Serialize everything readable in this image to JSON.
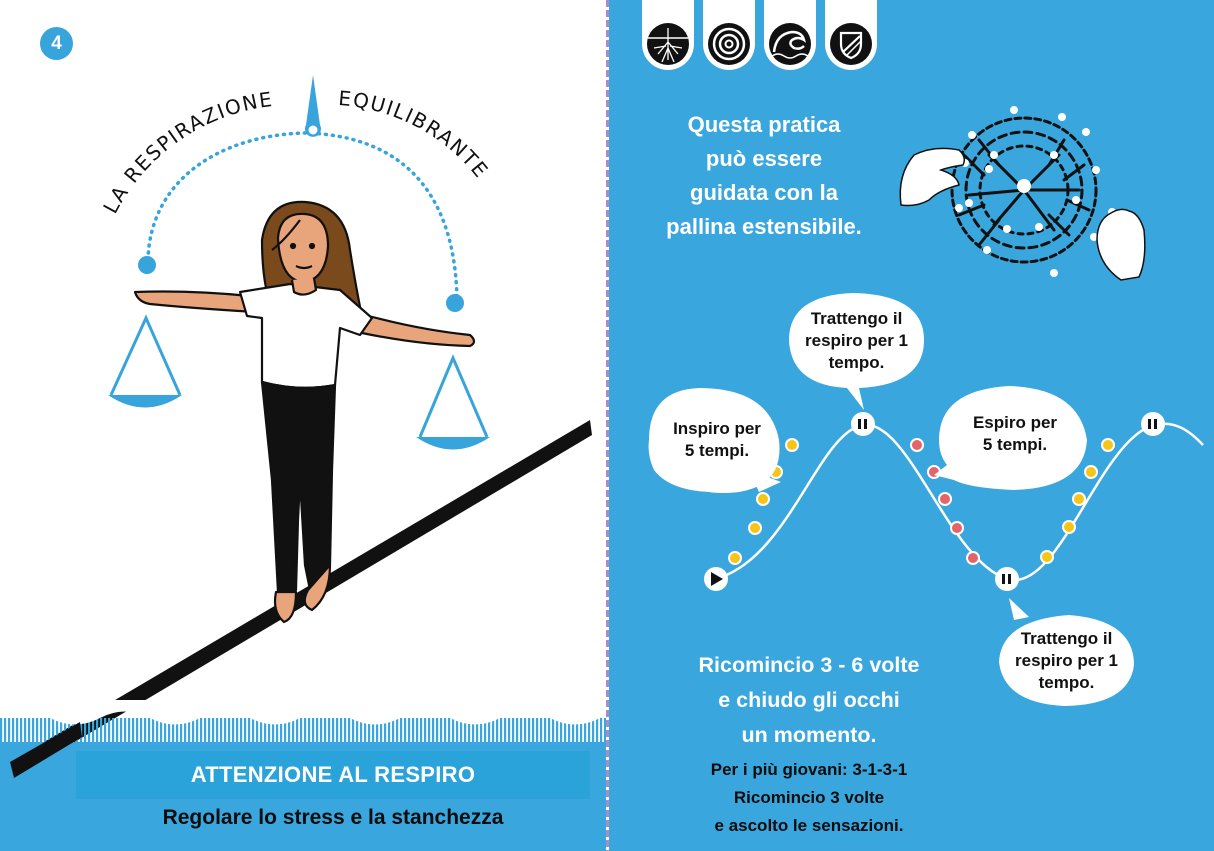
{
  "left_page": {
    "page_number": "4",
    "arc_title_left": "LA RESPIRAZIONE",
    "arc_title_right": "EQUILIBRANTE",
    "band_title": "ATTENZIONE AL RESPIRO",
    "band_subtitle": "Regolare lo stress e la stanchezza"
  },
  "right_page": {
    "category_tabs": [
      {
        "icon": "roots-icon"
      },
      {
        "icon": "target-icon"
      },
      {
        "icon": "wave-icon"
      },
      {
        "icon": "shield-icon"
      }
    ],
    "intro_lines": [
      "Questa pratica",
      "può essere",
      "guidata con la",
      "pallina estensibile."
    ],
    "breath_steps": {
      "inhale": [
        "Inspiro per",
        "5 tempi."
      ],
      "hold_top": [
        "Trattengo il",
        "respiro per 1",
        "tempo."
      ],
      "exhale": [
        "Espiro per",
        "5 tempi."
      ],
      "hold_bottom": [
        "Trattengo il",
        "respiro per 1",
        "tempo."
      ]
    },
    "repeat_lines": [
      "Ricomincio 3 - 6 volte",
      "e chiudo gli occhi",
      "un momento."
    ],
    "young_lines": [
      "Per i più giovani: 3-1-3-1",
      "Ricomincio 3 volte",
      "e ascolto le sensazioni."
    ],
    "colors": {
      "background": "#3aa6de",
      "inhale_dot": "#f5c518",
      "exhale_dot": "#e5636b",
      "accent_blue": "#37a4dc"
    }
  }
}
